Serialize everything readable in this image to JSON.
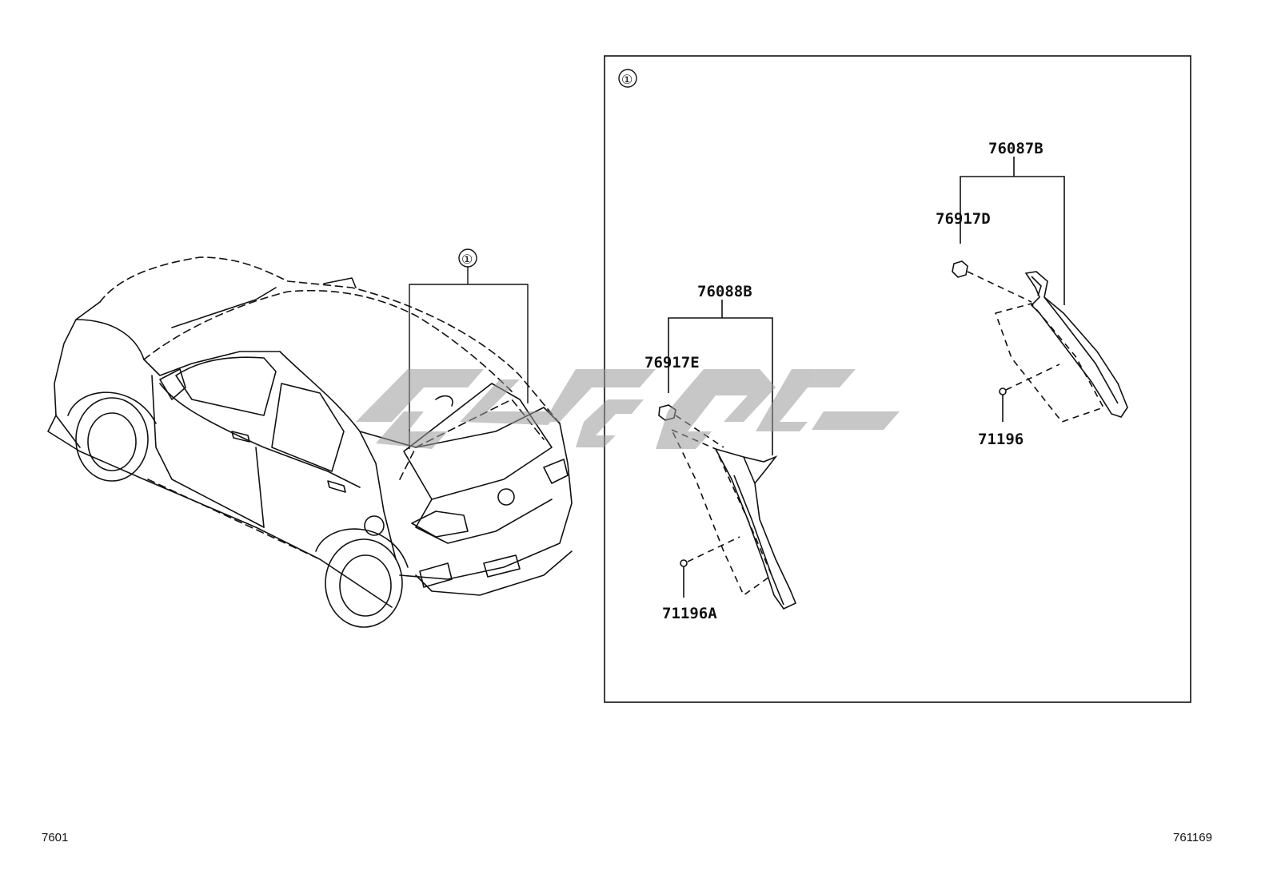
{
  "callout_marker": "①",
  "detail_marker": "①",
  "parts": {
    "p76087B": "76087B",
    "p76917D": "76917D",
    "p71196": "71196",
    "p76088B": "76088B",
    "p76917E": "76917E",
    "p71196A": "71196A"
  },
  "footer": {
    "left_code": "7601",
    "right_code": "761169"
  },
  "colors": {
    "line": "#111111",
    "watermark": "#9a9a9a"
  }
}
